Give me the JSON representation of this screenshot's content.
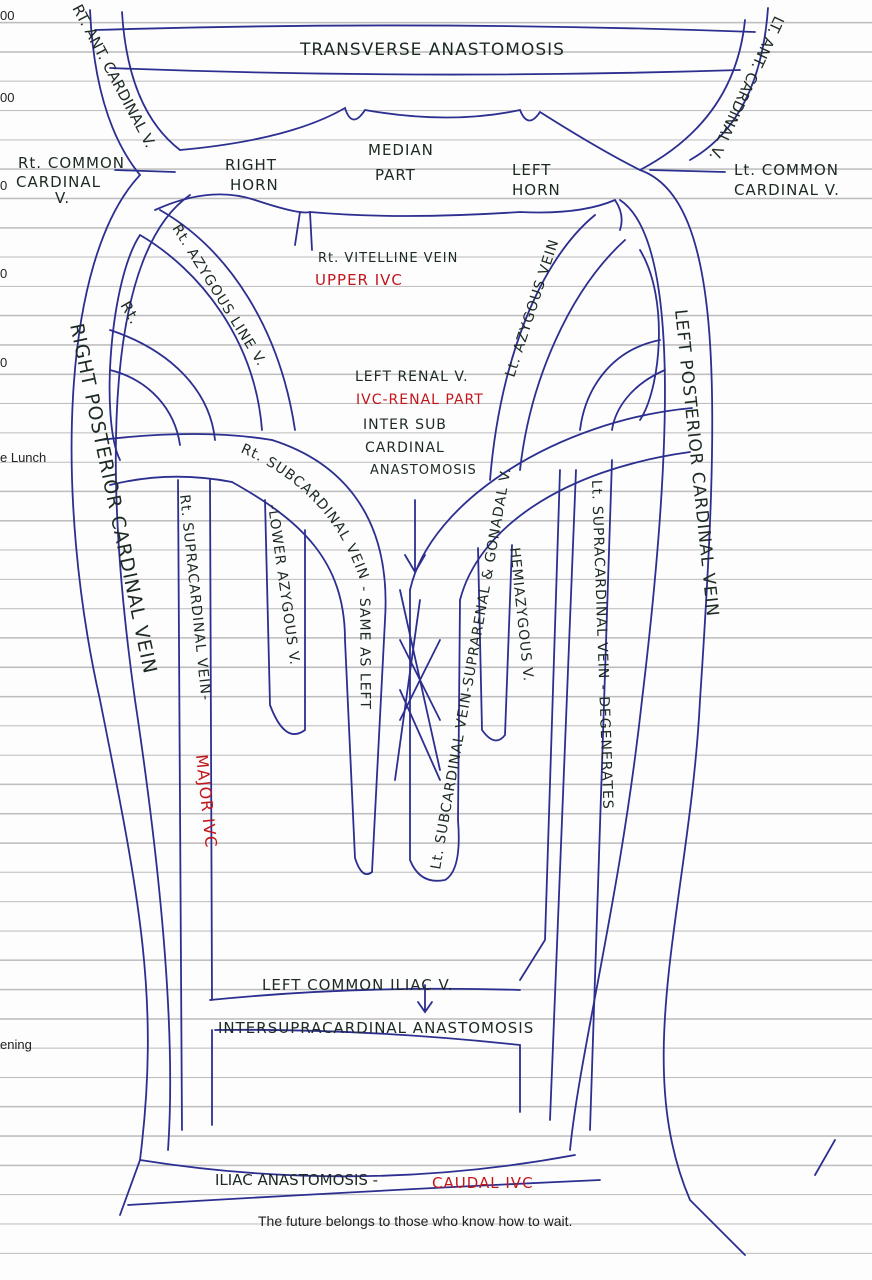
{
  "paper": {
    "margin_marks": [
      "00",
      "00",
      "0",
      "0",
      "0",
      "e Lunch",
      "ening"
    ],
    "footer_quote": "The future belongs to those who know how to wait."
  },
  "colors": {
    "pen": "#2c2f8f",
    "ink": "#1c2a22",
    "red": "#c2161b"
  },
  "labels": {
    "transverse": "TRANSVERSE ANASTOMOSIS",
    "rt_ant_cardinal": "RT. ANT. CARDINAL V.",
    "lt_ant_cardinal": "LT. ANT. CARDINAL V.",
    "rt_common_1": "Rt. COMMON",
    "rt_common_2": "CARDINAL",
    "rt_common_3": "V.",
    "lt_common_1": "Lt. COMMON",
    "lt_common_2": "CARDINAL V.",
    "right_horn_1": "RIGHT",
    "right_horn_2": "HORN",
    "median_1": "MEDIAN",
    "median_2": "PART",
    "left_horn_1": "LEFT",
    "left_horn_2": "HORN",
    "rt_vitelline": "Rt. VITELLINE VEIN",
    "upper_ivc": "UPPER IVC",
    "rt_azygous_line": "Rt. AZYGOUS LINE V.",
    "rt_short": "Rt.",
    "lt_azygous": "Lt. AZYGOUS VEIN",
    "left_post_cardinal": "LEFT POSTERIOR CARDINAL VEIN",
    "right_post_cardinal": "RIGHT POSTERIOR CARDINAL VEIN",
    "left_renal": "LEFT RENAL V.",
    "ivc_renal": "IVC-RENAL PART",
    "intersub_1": "INTER SUB",
    "intersub_2": "CARDINAL",
    "intersub_3": "ANASTOMOSIS",
    "rt_subcardinal": "Rt. SUBCARDINAL VEIN - SAME AS LEFT",
    "lower_azygous": "-LOWER AZYGOUS V.",
    "rt_supracardinal": "Rt. SUPRACARDINAL VEIN-",
    "major_ivc": "MAJOR IVC",
    "lt_subcardinal": "Lt. SUBCARDINAL VEIN-SUPRARENAL & GONADAL V.",
    "hemiazygous": "HEMIAZYGOUS V.",
    "lt_supracardinal": "Lt. SUPRACARDINAL VEIN - DEGENERATES",
    "left_common_iliac": "LEFT COMMON ILIAC V.",
    "intersupracardinal": "INTERSUPRACARDINAL ANASTOMOSIS",
    "iliac_anastomosis": "ILIAC ANASTOMOSIS -",
    "caudal_ivc": "CAUDAL IVC"
  }
}
